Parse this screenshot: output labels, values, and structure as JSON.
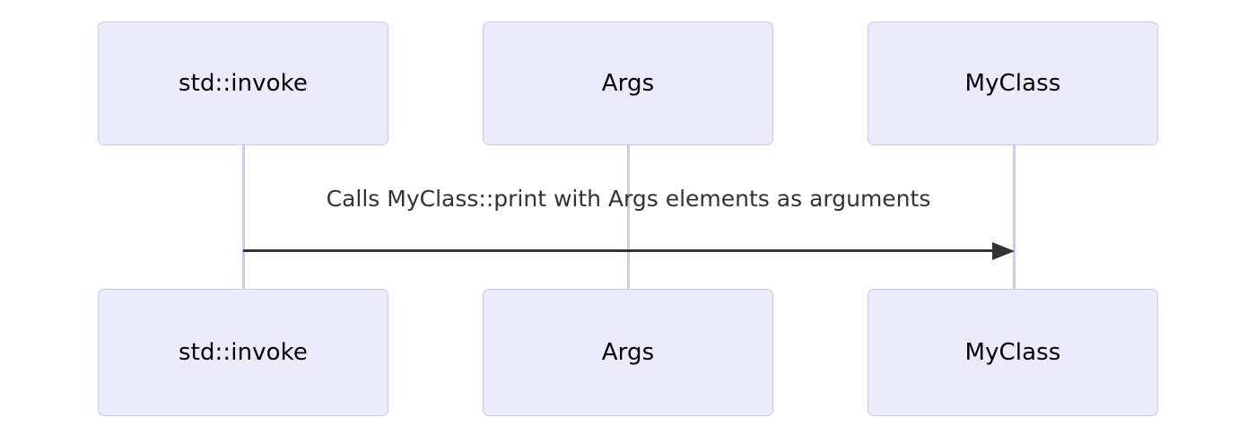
{
  "diagram": {
    "type": "sequence-diagram",
    "background_color": "#ffffff",
    "participants": [
      {
        "id": "std-invoke",
        "label": "std::invoke"
      },
      {
        "id": "args",
        "label": "Args"
      },
      {
        "id": "myclass",
        "label": "MyClass"
      }
    ],
    "messages": [
      {
        "id": "call-print",
        "label": "Calls MyClass::print with Args elements as arguments",
        "from": "std::invoke",
        "to": "MyClass",
        "arrow_style": "solid-filled-arrowhead",
        "line_color": "#333333"
      }
    ],
    "style": {
      "box_fill": "#ecebfc",
      "box_border": "#c9c9f0",
      "lifeline_color": "#cdcdee",
      "text_color": "#000000",
      "message_text_color": "#333333"
    }
  }
}
